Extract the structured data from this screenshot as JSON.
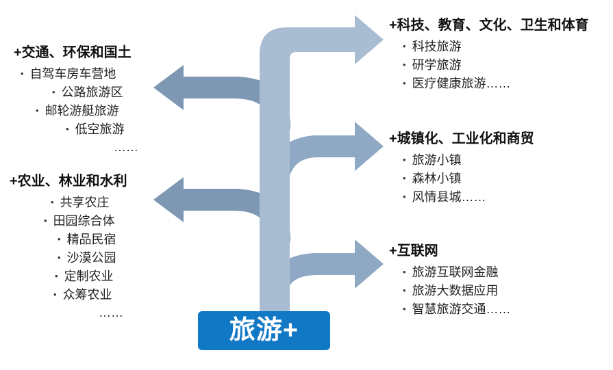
{
  "ui": {
    "bullet": "•"
  },
  "colors": {
    "trunk": "#a8bcd2",
    "right_arrow": "#8fa9c5",
    "left_arrow": "#7e97b3",
    "center_box": "#1178c6"
  },
  "center": {
    "label": "旅游+"
  },
  "left_groups": [
    {
      "title": "+交通、环保和国土",
      "items": [
        "自驾车房车营地",
        "公路旅游区",
        "邮轮游艇旅游",
        "低空旅游",
        "……"
      ]
    },
    {
      "title": "+农业、林业和水利",
      "items": [
        "共享农庄",
        "田园综合体",
        "精品民宿",
        "沙漠公园",
        "定制农业",
        "众筹农业",
        "……"
      ]
    }
  ],
  "right_groups": [
    {
      "title": "+科技、教育、文化、卫生和体育",
      "items": [
        "科技旅游",
        "研学旅游",
        "医疗健康旅游……"
      ]
    },
    {
      "title": "+城镇化、工业化和商贸",
      "items": [
        "旅游小镇",
        "森林小镇",
        "风情县城……"
      ]
    },
    {
      "title": "+互联网",
      "items": [
        "旅游互联网金融",
        "旅游大数据应用",
        "智慧旅游交通……"
      ]
    }
  ]
}
